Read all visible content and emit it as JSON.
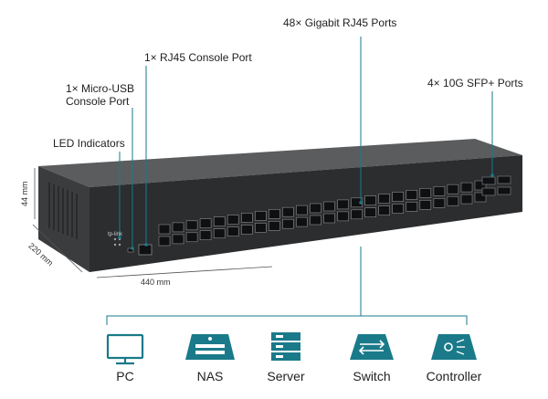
{
  "callouts": {
    "rj45_ports": "48× Gigabit RJ45 Ports",
    "console_port": "1× RJ45 Console Port",
    "sfp_ports": "4× 10G SFP+ Ports",
    "micro_usb": "1× Micro-USB\nConsole Port",
    "led": "LED Indicators"
  },
  "dimensions": {
    "height": "44 mm",
    "depth": "220 mm",
    "width": "440 mm"
  },
  "brand": "tp-link",
  "devices": [
    {
      "label": "PC",
      "icon": "pc-icon"
    },
    {
      "label": "NAS",
      "icon": "nas-icon"
    },
    {
      "label": "Server",
      "icon": "server-icon"
    },
    {
      "label": "Switch",
      "icon": "switch-icon"
    },
    {
      "label": "Controller",
      "icon": "controller-icon"
    }
  ],
  "colors": {
    "accent": "#1a7a8a",
    "switch_body": "#2b2d2f"
  }
}
